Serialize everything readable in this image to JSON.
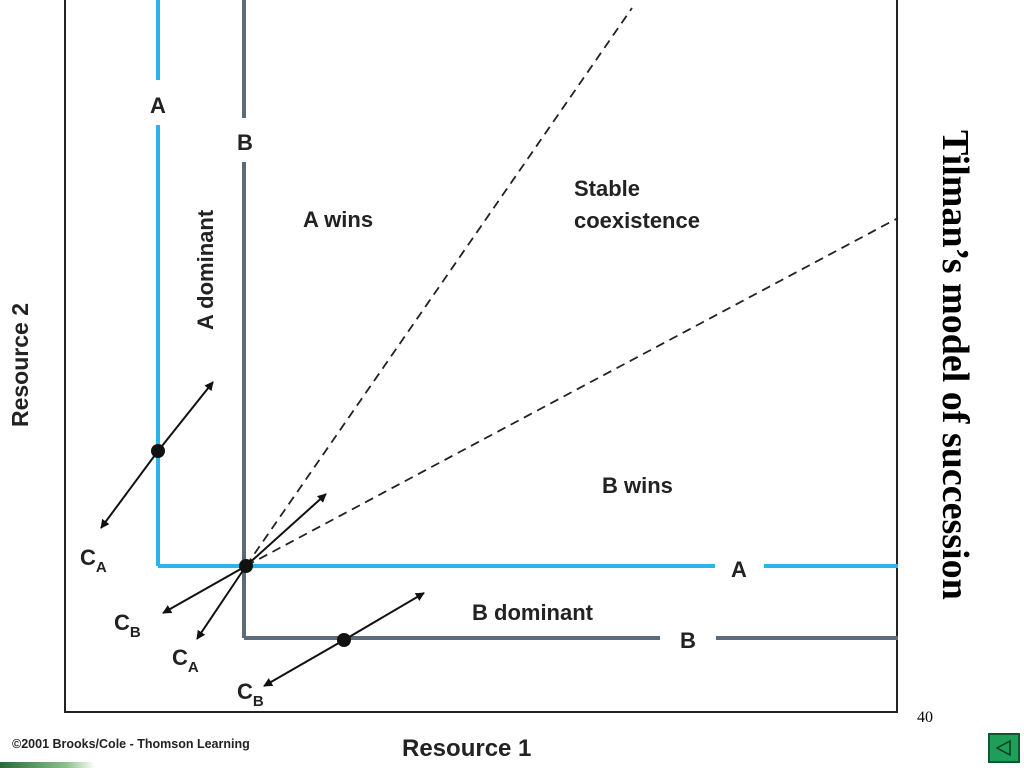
{
  "slide": {
    "title": "Tilman’s model of succession",
    "page_number": "40",
    "copyright": "©2001 Brooks/Cole - Thomson Learning"
  },
  "diagram": {
    "x_axis_label": "Resource 1",
    "y_axis_label": "Resource 2",
    "isocline_a_labels": [
      "A",
      "A"
    ],
    "isocline_b_labels": [
      "B",
      "B"
    ],
    "region_labels": {
      "a_dominant": "A dominant",
      "a_wins": "A wins",
      "stable_coexistence_line1": "Stable",
      "stable_coexistence_line2": "coexistence",
      "b_wins": "B wins",
      "b_dominant": "B dominant"
    },
    "vector_labels": {
      "c_a_left": {
        "base": "C",
        "sub": "A"
      },
      "c_b_center": {
        "base": "C",
        "sub": "B"
      },
      "c_a_center": {
        "base": "C",
        "sub": "A"
      },
      "c_b_bottom": {
        "base": "C",
        "sub": "B"
      }
    },
    "colors": {
      "isocline_a": "#29b5e8",
      "isocline_b": "#5c6b78",
      "ink": "#222222",
      "nav_button": "#1f9e5a"
    }
  },
  "navigation": {
    "back_button_icon": "triangle-left-icon"
  }
}
